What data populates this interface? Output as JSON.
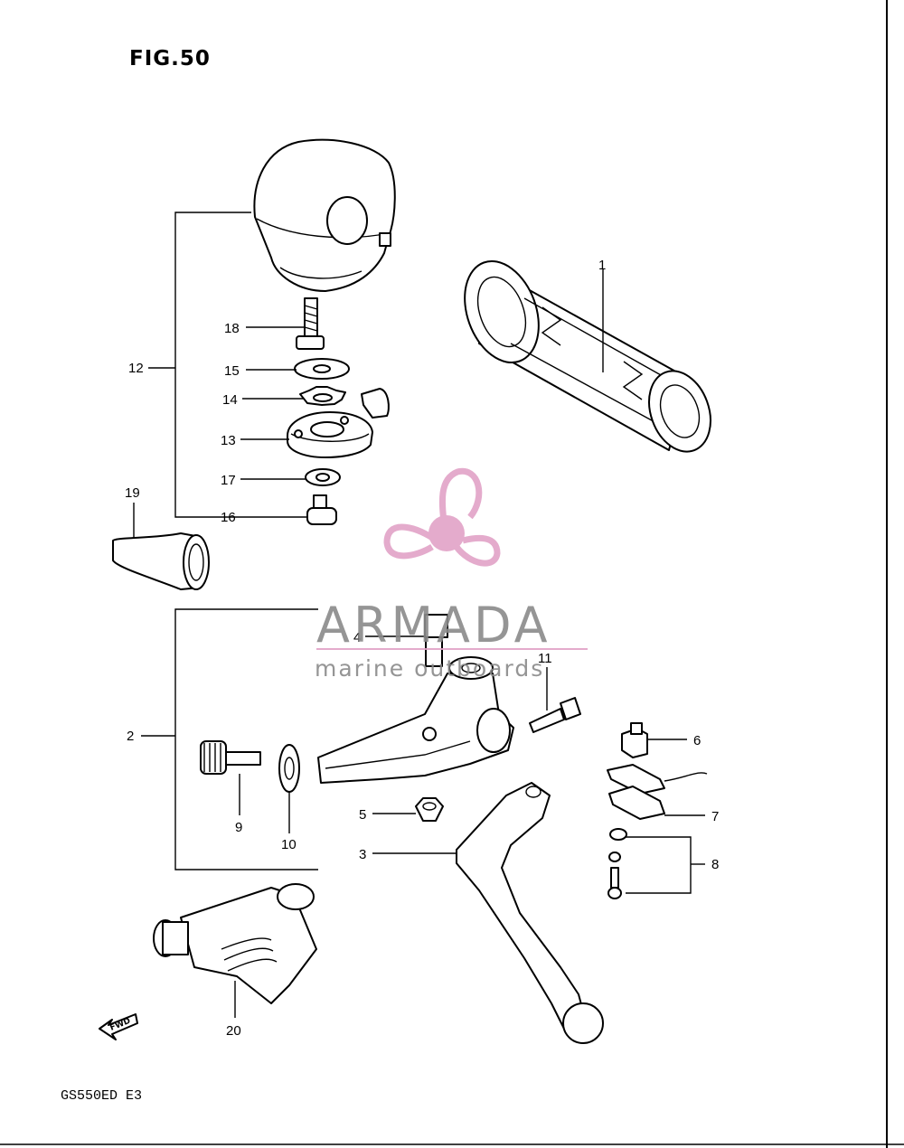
{
  "figure": {
    "title": "FIG.50",
    "model": "GS550ED  E3",
    "fwd_label": "FWD"
  },
  "callouts": [
    {
      "id": "c1",
      "text": "1"
    },
    {
      "id": "c2",
      "text": "2"
    },
    {
      "id": "c3",
      "text": "3"
    },
    {
      "id": "c4",
      "text": "4"
    },
    {
      "id": "c5",
      "text": "5"
    },
    {
      "id": "c6",
      "text": "6"
    },
    {
      "id": "c7",
      "text": "7"
    },
    {
      "id": "c8",
      "text": "8"
    },
    {
      "id": "c9",
      "text": "9"
    },
    {
      "id": "c10",
      "text": "10"
    },
    {
      "id": "c11",
      "text": "11"
    },
    {
      "id": "c12",
      "text": "12"
    },
    {
      "id": "c13",
      "text": "13"
    },
    {
      "id": "c14",
      "text": "14"
    },
    {
      "id": "c15",
      "text": "15"
    },
    {
      "id": "c16",
      "text": "16"
    },
    {
      "id": "c17",
      "text": "17"
    },
    {
      "id": "c18",
      "text": "18"
    },
    {
      "id": "c19",
      "text": "19"
    },
    {
      "id": "c20",
      "text": "20"
    }
  ],
  "watermark": {
    "brand": "ARMADA",
    "tagline": "marine outboards",
    "colors": {
      "logo": "#e2a3c7",
      "text": "#8a8a8a"
    }
  }
}
